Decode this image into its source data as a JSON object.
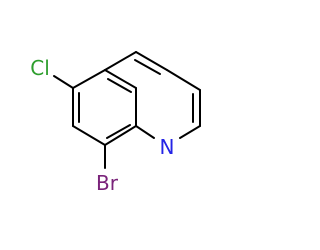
{
  "molecule": {
    "atoms": {
      "cl": {
        "label": "Cl",
        "color": "#2e9e2e"
      },
      "n": {
        "label": "N",
        "color": "#2424e6"
      },
      "br": {
        "label": "Br",
        "color": "#7a237a"
      }
    },
    "bond_color": "#000000"
  }
}
